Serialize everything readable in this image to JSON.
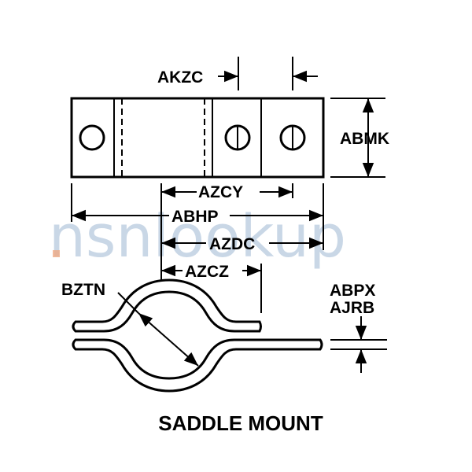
{
  "diagram": {
    "caption": "SADDLE MOUNT",
    "watermark": "nsnlookup",
    "labels": {
      "akzc": "AKZC",
      "abmk": "ABMK",
      "azcy": "AZCY",
      "abhp": "ABHP",
      "azdc": "AZDC",
      "azcz": "AZCZ",
      "bztn": "BZTN",
      "abpx": "ABPX",
      "ajrb": "AJRB"
    }
  }
}
